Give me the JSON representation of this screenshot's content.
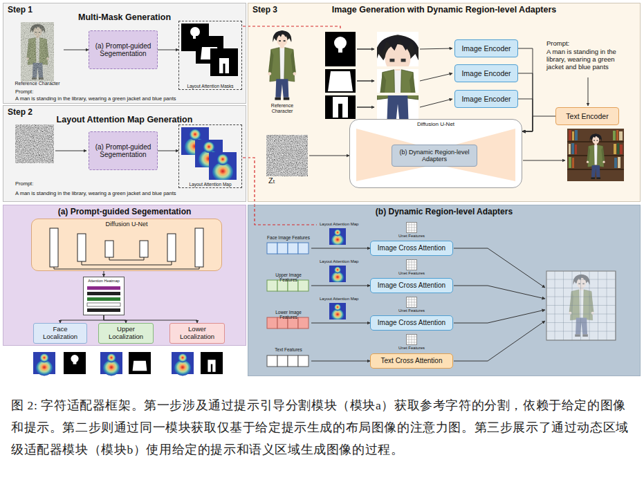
{
  "diagram": {
    "caption": "图 2: 字符适配器框架。第一步涉及通过提示引导分割模块（模块a）获取参考字符的分割，依赖于给定的图像和提示。第二步则通过同一模块获取仅基于给定提示生成的布局图像的注意力图。第三步展示了通过动态区域级适配器模块（模块b）使用给定的提示和语义区域生成图像的过程。",
    "nodes": [
      {
        "text": [
          "Step 1",
          "Multi-Mask Generation"
        ]
      },
      {
        "text": [
          "Reference Character"
        ],
        "in": 0
      },
      {
        "text": [
          "(a) Prompt-guided Segementation"
        ],
        "in": 0
      },
      {
        "text": [
          "Layout Attention Masks"
        ],
        "in": 0
      },
      {
        "text": [
          "Step 2",
          "Layout Attention Map Generation"
        ]
      },
      {
        "text": [
          "(a) Prompt-guided Segementation"
        ],
        "in": 4
      },
      {
        "text": [
          "Layout Attention Map"
        ],
        "in": 4
      },
      {
        "text": [
          "Step 3",
          "Image Generation with Dynamic Region-level Adapters"
        ]
      },
      {
        "text": [
          "Reference Character"
        ],
        "in": 7
      },
      {
        "text": [
          "Image Encoder"
        ],
        "in": 7
      },
      {
        "text": [
          "Image Encoder"
        ],
        "in": 7
      },
      {
        "text": [
          "Image Encoder"
        ],
        "in": 7
      },
      {
        "text": [
          "Text Encoder"
        ],
        "in": 7
      },
      {
        "text": [
          "Diffusion U-Net"
        ],
        "in": 7
      },
      {
        "text": [
          "(b) Dynamic Region-level Adapters"
        ],
        "in": 13
      },
      {
        "text": [
          "Zₜ"
        ],
        "in": 7
      },
      {
        "text": [
          "(a) Prompt-guided Segementation"
        ]
      },
      {
        "text": [
          "Diffusion U-Net"
        ],
        "in": 16
      },
      {
        "text": [
          "Attention Heatmap"
        ],
        "in": 16
      },
      {
        "text": [
          "Face Localization"
        ],
        "in": 16
      },
      {
        "text": [
          "Upper Localization"
        ],
        "in": 16
      },
      {
        "text": [
          "Lower Localization"
        ],
        "in": 16
      },
      {
        "text": [
          "(b) Dynamic Region-level Adapters"
        ]
      },
      {
        "text": [
          "Face Image Features"
        ],
        "in": 22
      },
      {
        "text": [
          "Image Cross Attention"
        ],
        "in": 22
      },
      {
        "text": [
          "Upper Image Features"
        ],
        "in": 22
      },
      {
        "text": [
          "Image Cross Attention"
        ],
        "in": 22
      },
      {
        "text": [
          "Lower Image Features"
        ],
        "in": 22
      },
      {
        "text": [
          "Image Cross Attention"
        ],
        "in": 22
      },
      {
        "text": [
          "Text Features"
        ],
        "in": 22
      },
      {
        "text": [
          "Text Cross Attention"
        ],
        "in": 22
      }
    ],
    "edges": [
      {
        "from": 1,
        "to": 2,
        "arrow": "to"
      },
      {
        "from": 2,
        "to": 3,
        "arrow": "to"
      },
      {
        "from": 5,
        "to": 6,
        "arrow": "to"
      },
      {
        "from": 9,
        "to": 13,
        "arrow": "to"
      },
      {
        "from": 10,
        "to": 13,
        "arrow": "to"
      },
      {
        "from": 11,
        "to": 13,
        "arrow": "to"
      },
      {
        "from": 12,
        "to": 13,
        "arrow": "to"
      },
      {
        "from": 15,
        "to": 13,
        "arrow": "to"
      },
      {
        "from": 17,
        "to": 18,
        "arrow": "to"
      },
      {
        "from": 18,
        "to": 19,
        "arrow": "to"
      },
      {
        "from": 18,
        "to": 20,
        "arrow": "to"
      },
      {
        "from": 18,
        "to": 21,
        "arrow": "to"
      },
      {
        "from": 23,
        "to": 24,
        "arrow": "to"
      },
      {
        "from": 25,
        "to": 26,
        "arrow": "to"
      },
      {
        "from": 27,
        "to": 28,
        "arrow": "to"
      },
      {
        "from": 29,
        "to": 30,
        "arrow": "to"
      }
    ],
    "labels": [
      "Prompt:",
      "A man is standing in the library, wearing a green jacket and blue pants",
      "Prompt:",
      "A man is standing in the library, wearing a green jacket and blue pants",
      "Prompt:",
      "A man is standing in the library, wearing a green jacket and blue pants",
      "Layout Attention Map",
      "Unet Features",
      "Layout Attention Map",
      "Unet Features",
      "Layout Attention Map",
      "Unet Features",
      "Unet Features"
    ]
  }
}
